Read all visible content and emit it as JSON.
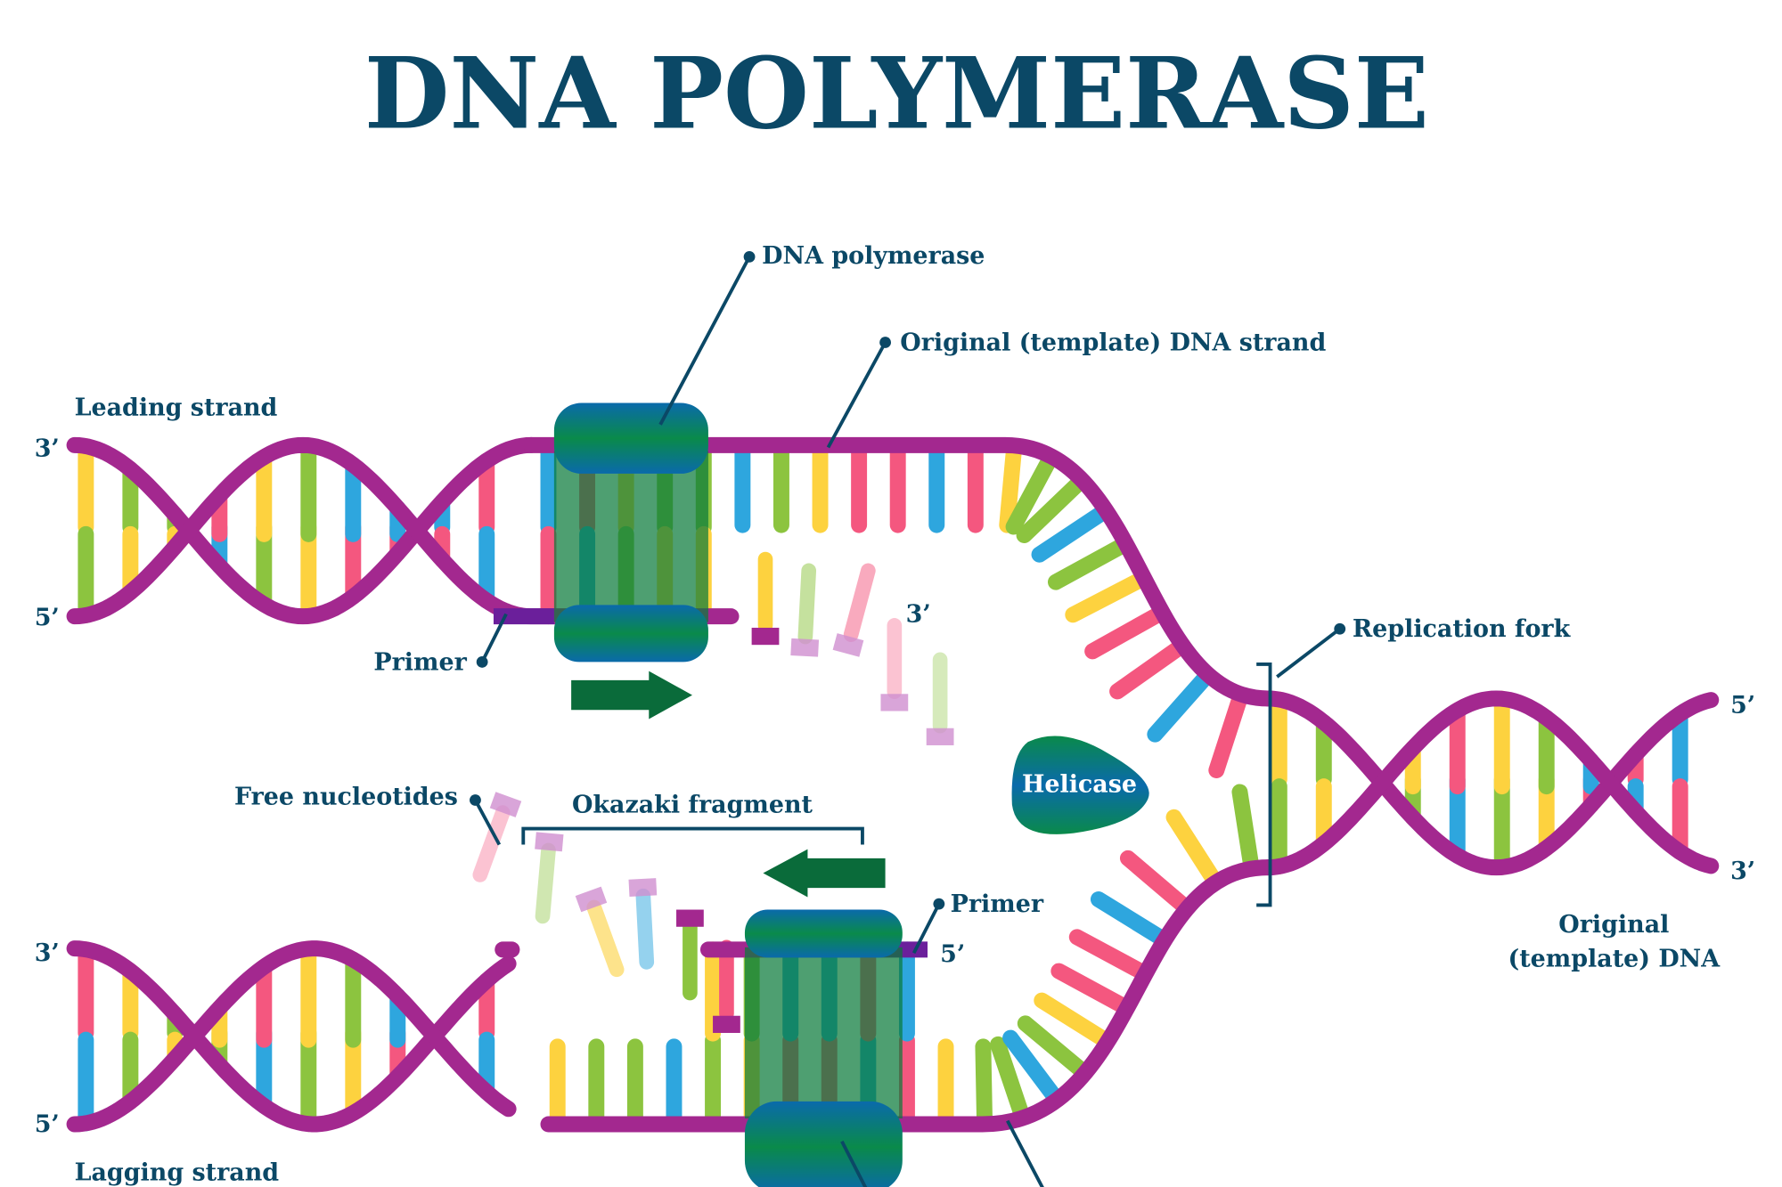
{
  "title": "DNA POLYMERASE",
  "labels": {
    "dna_polymerase": "DNA polymerase",
    "template_strand": "Original (template) DNA strand",
    "leading_strand": "Leading strand",
    "lagging_strand": "Lagging strand",
    "primer_top": "Primer",
    "primer_bottom": "Primer",
    "replication_fork": "Replication fork",
    "helicase": "Helicase",
    "free_nucleotides": "Free nucleotides",
    "okazaki_fragment": "Okazaki fragment",
    "original_template_line1": "Original",
    "original_template_line2": "(template) DNA"
  },
  "ends": {
    "leading_top": "3’",
    "leading_bottom": "5’",
    "leading_new_end": "3’",
    "right_top": "5’",
    "right_bottom": "3’",
    "lagging_top": "3’",
    "lagging_bottom": "5’",
    "lagging_primer_end": "5’"
  },
  "colors": {
    "title": "#0b4866",
    "backbone": "#a3288f",
    "primer": "#6b1f9b",
    "base_a": "#f4577f",
    "base_t": "#2ea6de",
    "base_g": "#8cc43f",
    "base_c": "#fdd23f",
    "enzyme_green": "#0a8a4a",
    "enzyme_blue": "#0a6aab",
    "arrow": "#0a6b3a"
  }
}
